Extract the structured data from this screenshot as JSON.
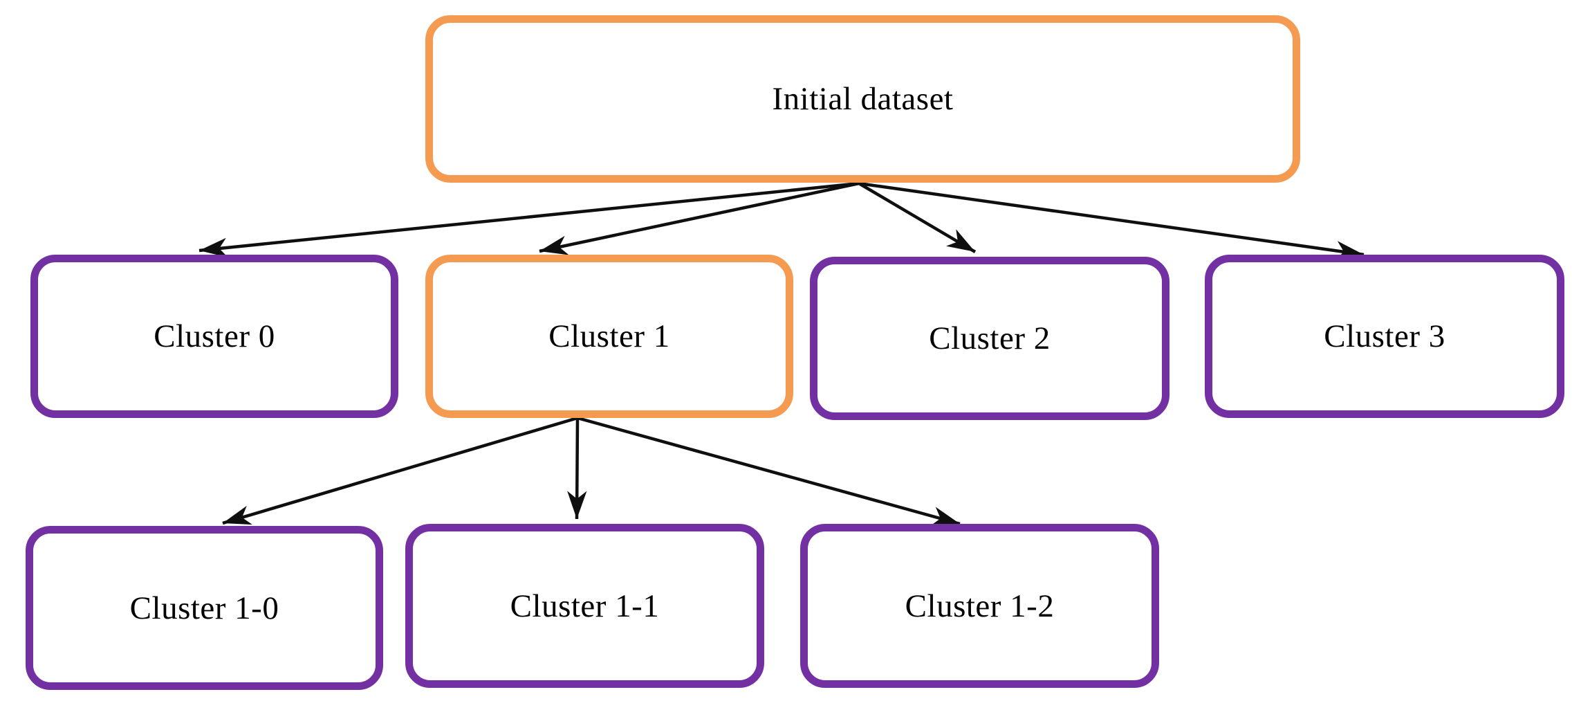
{
  "diagram": {
    "description": "Hierarchical clustering tree of dataset splits",
    "colors": {
      "accent_orange": "#F59B51",
      "accent_purple": "#7330A2",
      "arrow_black": "#0F0F0F",
      "background": "#FFFFFF",
      "text": "#000000"
    }
  },
  "nodes": {
    "initial": {
      "label": "Initial dataset",
      "border_color": "#F59B51"
    },
    "c0": {
      "label": "Cluster 0",
      "border_color": "#7330A2"
    },
    "c1": {
      "label": "Cluster 1",
      "border_color": "#F59B51"
    },
    "c2": {
      "label": "Cluster 2",
      "border_color": "#7330A2"
    },
    "c3": {
      "label": "Cluster 3",
      "border_color": "#7330A2"
    },
    "c10": {
      "label": "Cluster 1-0",
      "border_color": "#7330A2"
    },
    "c11": {
      "label": "Cluster 1-1",
      "border_color": "#7330A2"
    },
    "c12": {
      "label": "Cluster 1-2",
      "border_color": "#7330A2"
    }
  },
  "edges": [
    {
      "from": "initial",
      "to": "c0"
    },
    {
      "from": "initial",
      "to": "c1"
    },
    {
      "from": "initial",
      "to": "c2"
    },
    {
      "from": "initial",
      "to": "c3"
    },
    {
      "from": "c1",
      "to": "c10"
    },
    {
      "from": "c1",
      "to": "c11"
    },
    {
      "from": "c1",
      "to": "c12"
    }
  ]
}
